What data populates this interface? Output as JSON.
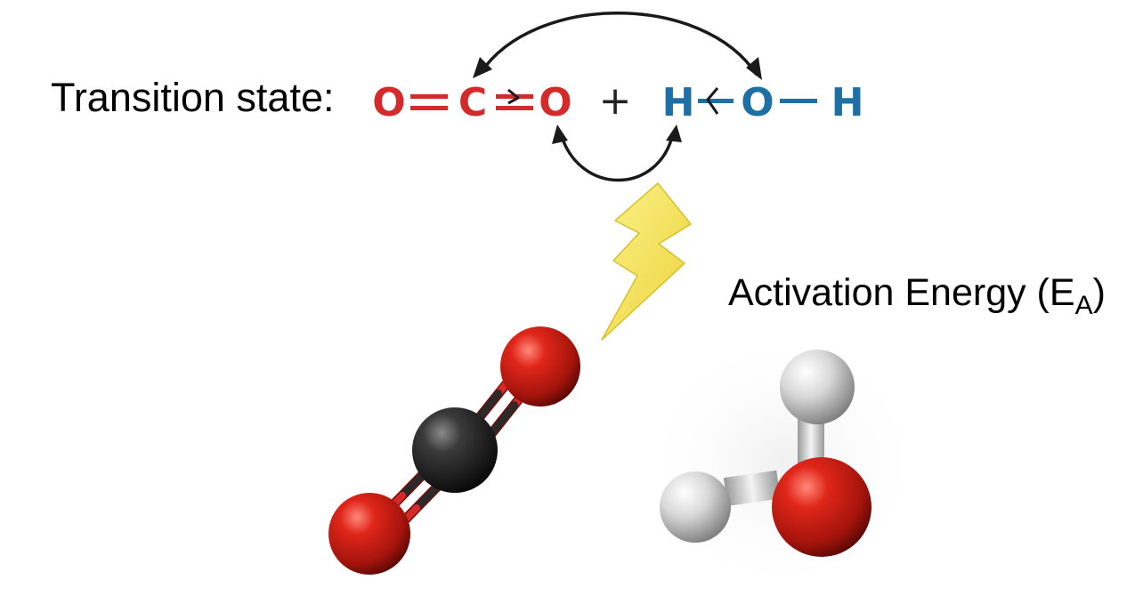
{
  "transition_label": "Transition state:",
  "equation": {
    "co2": {
      "o_left": "O",
      "c": "C",
      "o_right": "O"
    },
    "plus": "+",
    "h2o": {
      "h_left": "H",
      "o": "O",
      "h_right": "H"
    }
  },
  "activation": {
    "prefix": "Activation Energy (E",
    "subscript": "A",
    "suffix": ")"
  },
  "colors": {
    "co2_text": "#d42a2a",
    "h2o_text": "#1e6fa3",
    "arrow": "#1a1a1a",
    "bolt": "#f3e04a",
    "oxygen": "#c81e14",
    "carbon": "#1c1c1c",
    "hydrogen": "#e8e8e8"
  },
  "icons": {
    "energy": "lightning-bolt-icon"
  }
}
